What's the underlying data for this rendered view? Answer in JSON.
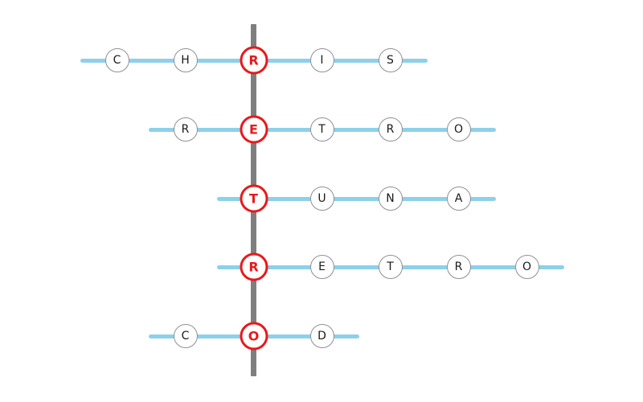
{
  "puzzle": {
    "vertical_word": "RETRO",
    "rows": [
      {
        "word": "CHRIS",
        "letters": [
          "C",
          "H",
          "R",
          "I",
          "S"
        ],
        "highlight_index": 2
      },
      {
        "word": "RETRO",
        "letters": [
          "R",
          "E",
          "T",
          "R",
          "O"
        ],
        "highlight_index": 1
      },
      {
        "word": "TUNA",
        "letters": [
          "T",
          "U",
          "N",
          "A"
        ],
        "highlight_index": 0
      },
      {
        "word": "RETRO",
        "letters": [
          "R",
          "E",
          "T",
          "R",
          "O"
        ],
        "highlight_index": 0
      },
      {
        "word": "COD",
        "letters": [
          "C",
          "O",
          "D"
        ],
        "highlight_index": 1
      }
    ],
    "colors": {
      "horizontal_line": "#8ED0EA",
      "vertical_line": "#7F7F7F",
      "circle_border": "#909090",
      "circle_fill": "#FFFFFF",
      "letter_color": "#1A1A1A",
      "highlight_color": "#E8191C"
    }
  }
}
